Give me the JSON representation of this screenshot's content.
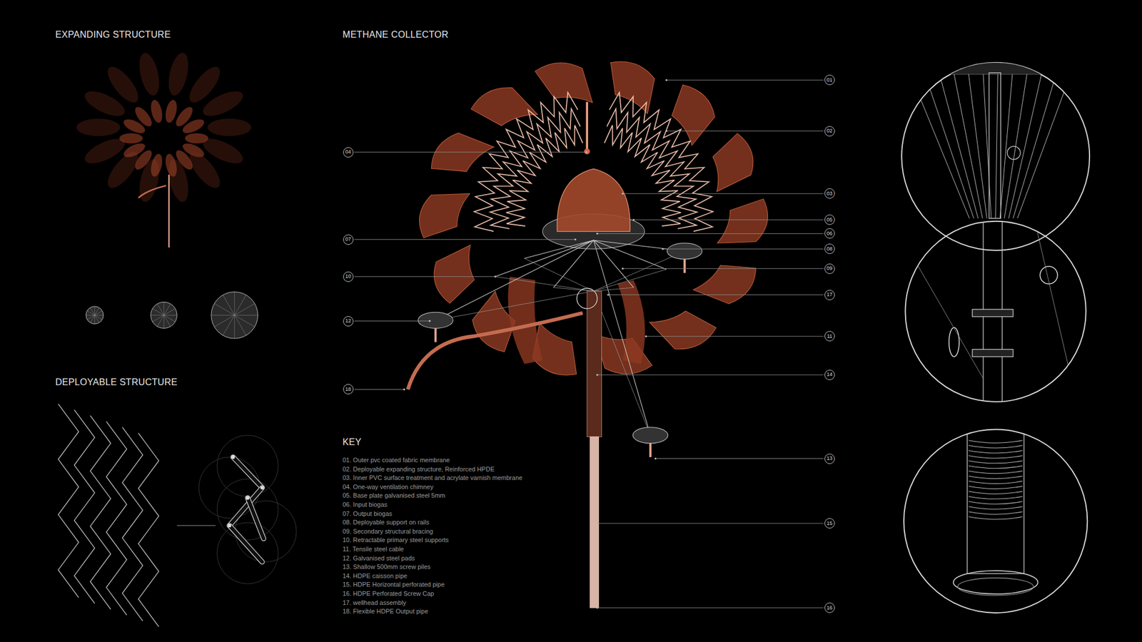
{
  "diagram": {
    "nodes": [
      {
        "text": [
          "01"
        ]
      },
      {
        "text": [
          "02"
        ]
      },
      {
        "text": [
          "03"
        ]
      },
      {
        "text": [
          "04"
        ]
      },
      {
        "text": [
          "05"
        ]
      },
      {
        "text": [
          "06"
        ]
      },
      {
        "text": [
          "07"
        ]
      },
      {
        "text": [
          "08"
        ]
      },
      {
        "text": [
          "09"
        ]
      },
      {
        "text": [
          "10"
        ]
      },
      {
        "text": [
          "11"
        ]
      },
      {
        "text": [
          "12"
        ]
      },
      {
        "text": [
          "13"
        ]
      },
      {
        "text": [
          "14"
        ]
      },
      {
        "text": [
          "15"
        ]
      },
      {
        "text": [
          "16"
        ]
      },
      {
        "text": [
          "17"
        ]
      },
      {
        "text": [
          "18"
        ]
      }
    ],
    "labels": [
      "EXPANDING STRUCTURE",
      "METHANE COLLECTOR",
      "DEPLOYABLE STRUCTURE",
      "KEY",
      "01. Outer pvc coated fabric membrane",
      "02. Deployable expanding structure, Reinforced HPDE",
      "03. Inner PVC surface treatment and acrylate varnish membrane",
      "04. One-way ventilation chimney",
      "05. Base plate galvanised steel 5mm",
      "06. Input biogas",
      "07. Output biogas",
      "08. Deployable support on rails",
      "09. Secondary structural bracing",
      "10. Retractable primary steel supports",
      "11. Tensile steel cable",
      "12. Galvanised steel pads",
      "13. Shallow 500mm screw piles",
      "14. HDPE caisson pipe",
      "15. HDPE Horizontal perforated pipe",
      "16. HDPE Perforated Screw Cap",
      "17. wellhead assembly",
      "18. Flexible HDPE Output pipe"
    ]
  }
}
